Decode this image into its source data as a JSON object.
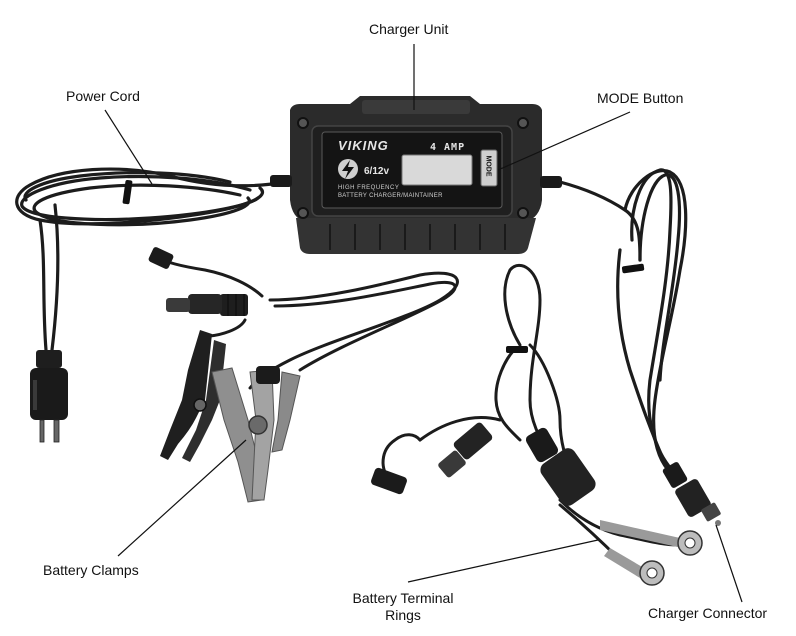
{
  "labels": {
    "charger_unit": "Charger Unit",
    "power_cord": "Power Cord",
    "mode_button": "MODE Button",
    "battery_clamps": "Battery Clamps",
    "battery_terminal_rings_line1": "Battery Terminal",
    "battery_terminal_rings_line2": "Rings",
    "charger_connector": "Charger Connector"
  },
  "device": {
    "brand": "VIKING",
    "rating": "4 AMP",
    "voltage": "6/12v",
    "description_line1": "HIGH FREQUENCY",
    "description_line2": "BATTERY CHARGER/MAINTAINER",
    "button_text": "MODE"
  },
  "colors": {
    "clamp_red": "#9a9a9a",
    "body_dark": "#2a2a2a"
  }
}
